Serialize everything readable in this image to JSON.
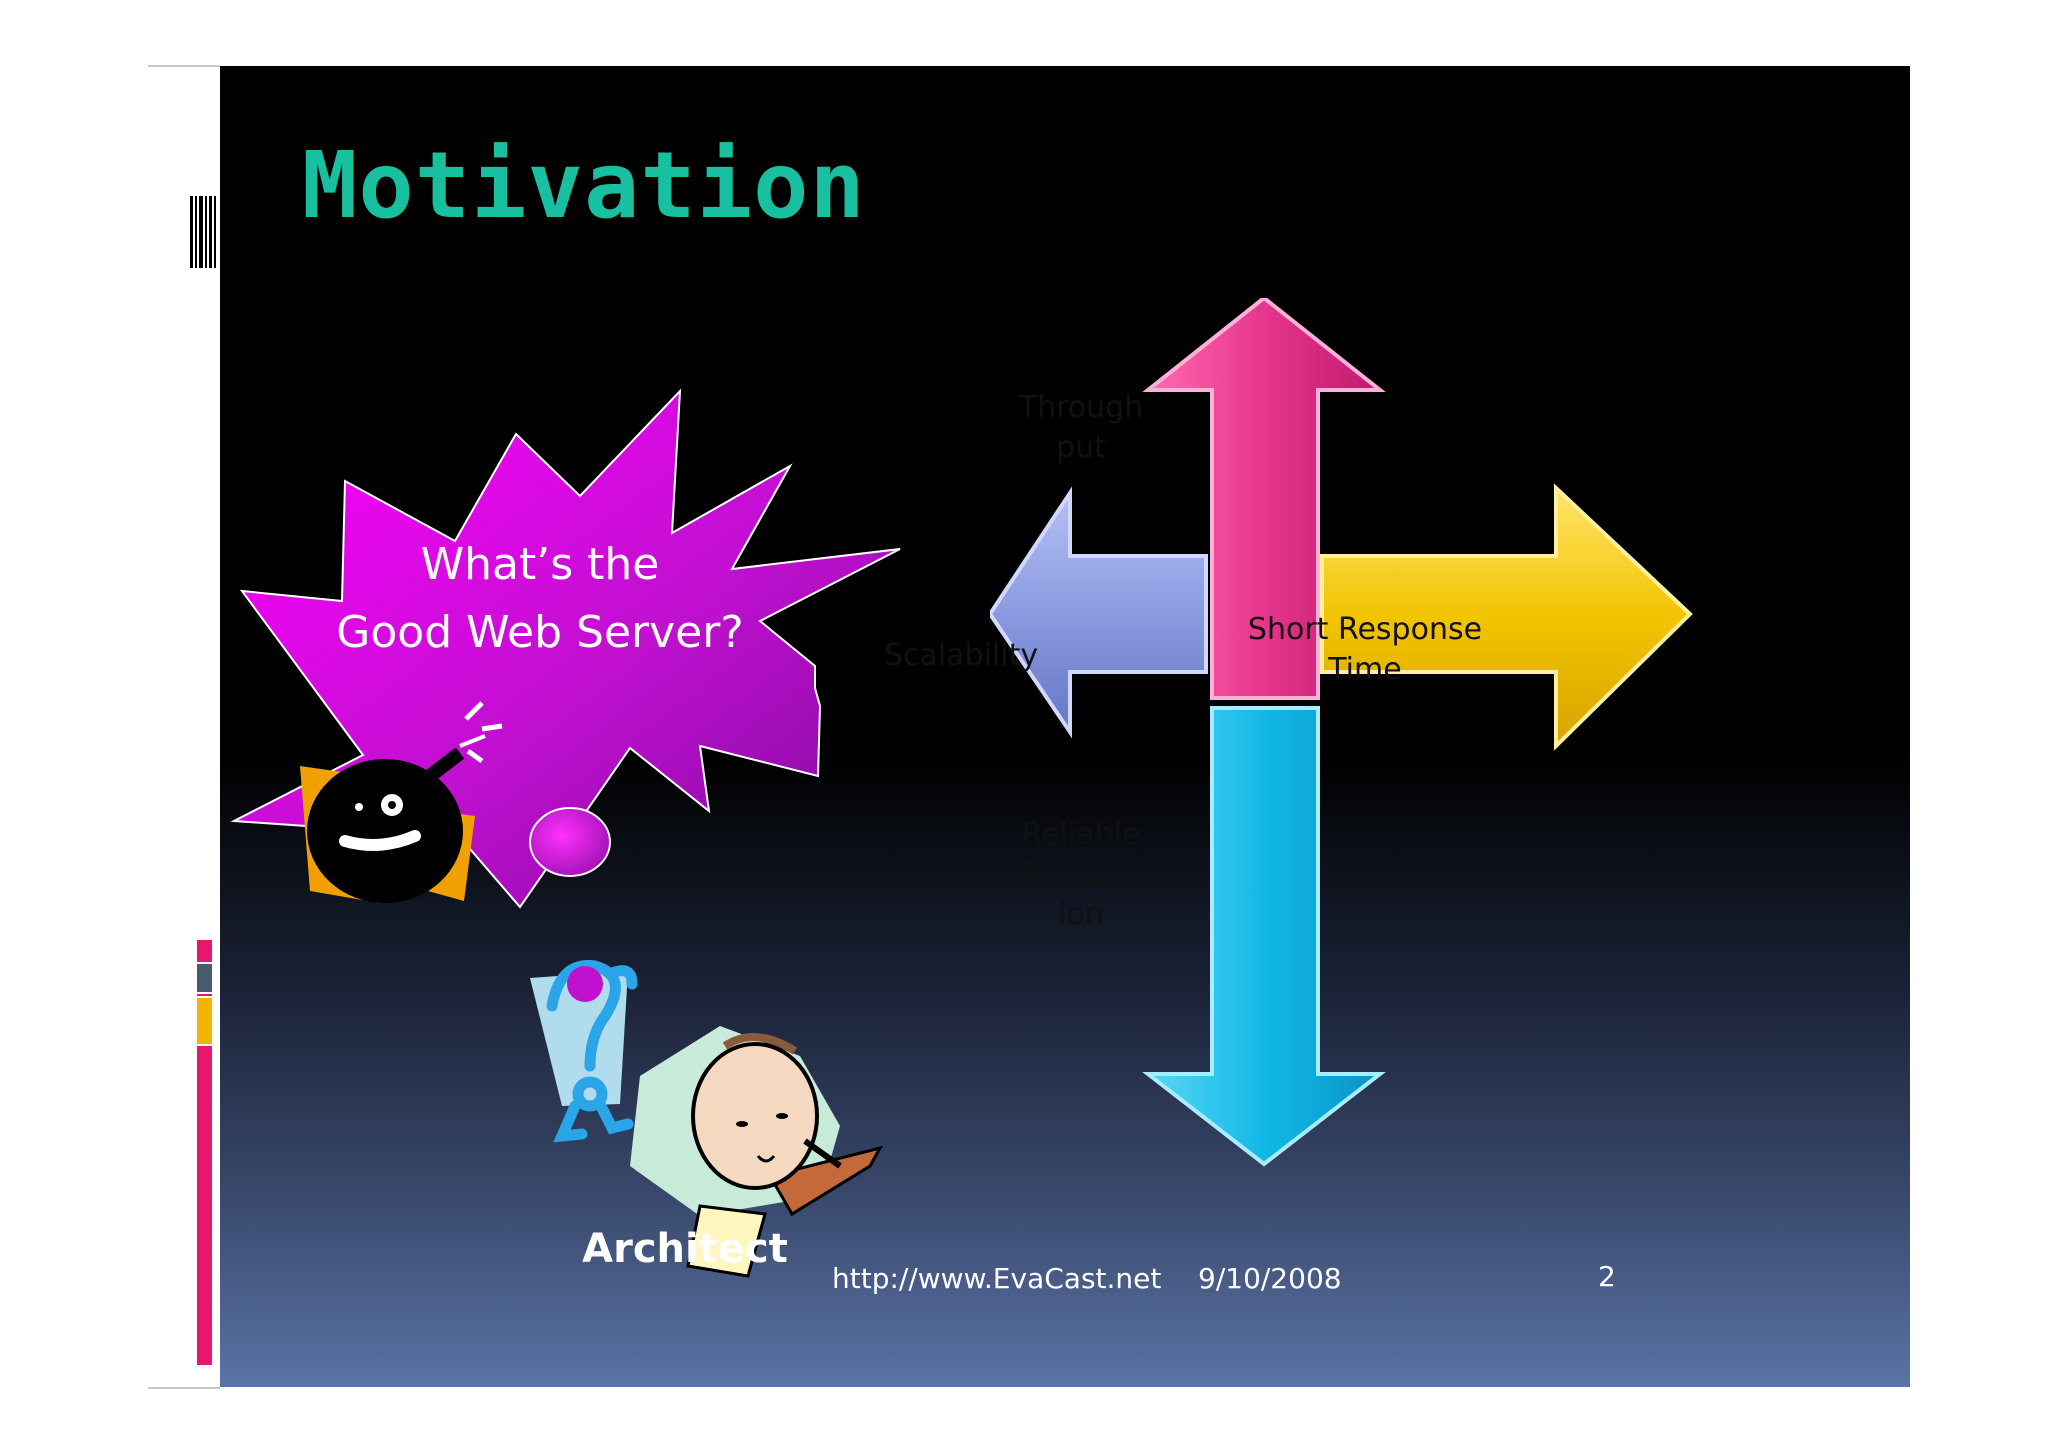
{
  "slide": {
    "title": "Motivation",
    "burst_lines": [
      "What’s the",
      "Good Web Server?"
    ],
    "figure_label": "Architect",
    "arrows": {
      "up": {
        "line1": "Through",
        "line2": "put",
        "color": "#e6358c"
      },
      "left": {
        "line1": "Scalability",
        "color": "#8a9ae0"
      },
      "right": {
        "line1": "Short Response",
        "line2": "Time",
        "color": "#f2c400"
      },
      "down": {
        "line1": "Reliable",
        "line2": "Transact",
        "line3": "ion",
        "color": "#12b8e6"
      }
    },
    "footer": {
      "url": "http://www.EvaCast.net",
      "date": "9/10/2008",
      "page_number": "2"
    }
  },
  "colors": {
    "title": "#18c0a0",
    "burst": "#c010d0",
    "accent_pink": "#e6186e",
    "accent_gray": "#4a5a6e",
    "accent_yellow": "#f2b400"
  },
  "icons": [
    "bomb-icon",
    "question-mark-icon",
    "thinking-architect-figure"
  ]
}
